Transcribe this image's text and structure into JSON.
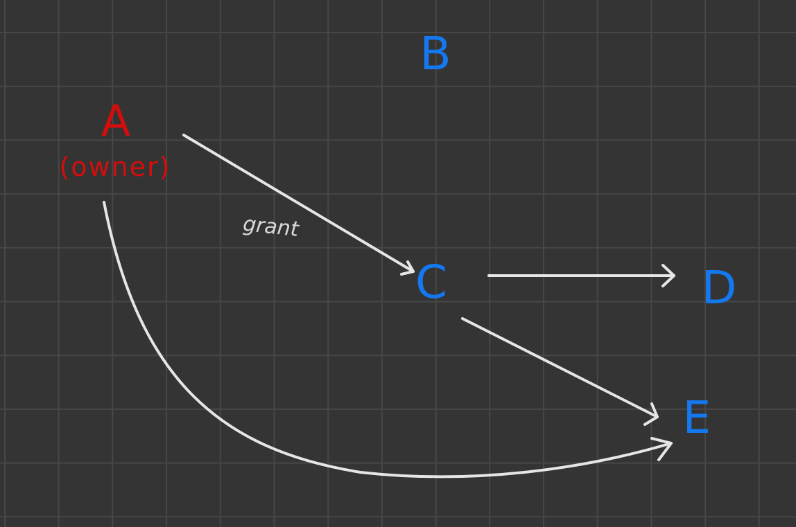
{
  "colors": {
    "background": "#343434",
    "grid": "#474747",
    "owner": "#d40d0d",
    "node": "#1478f0",
    "arrow": "#e6e6e6"
  },
  "nodes": {
    "a": {
      "label": "A",
      "sublabel": "(owner)"
    },
    "b": {
      "label": "B"
    },
    "c": {
      "label": "C"
    },
    "d": {
      "label": "D"
    },
    "e": {
      "label": "E"
    }
  },
  "edges": [
    {
      "from": "A",
      "to": "C",
      "label": "grant"
    },
    {
      "from": "C",
      "to": "D",
      "label": ""
    },
    {
      "from": "C",
      "to": "E",
      "label": ""
    },
    {
      "from": "A",
      "to": "E",
      "label": ""
    }
  ]
}
